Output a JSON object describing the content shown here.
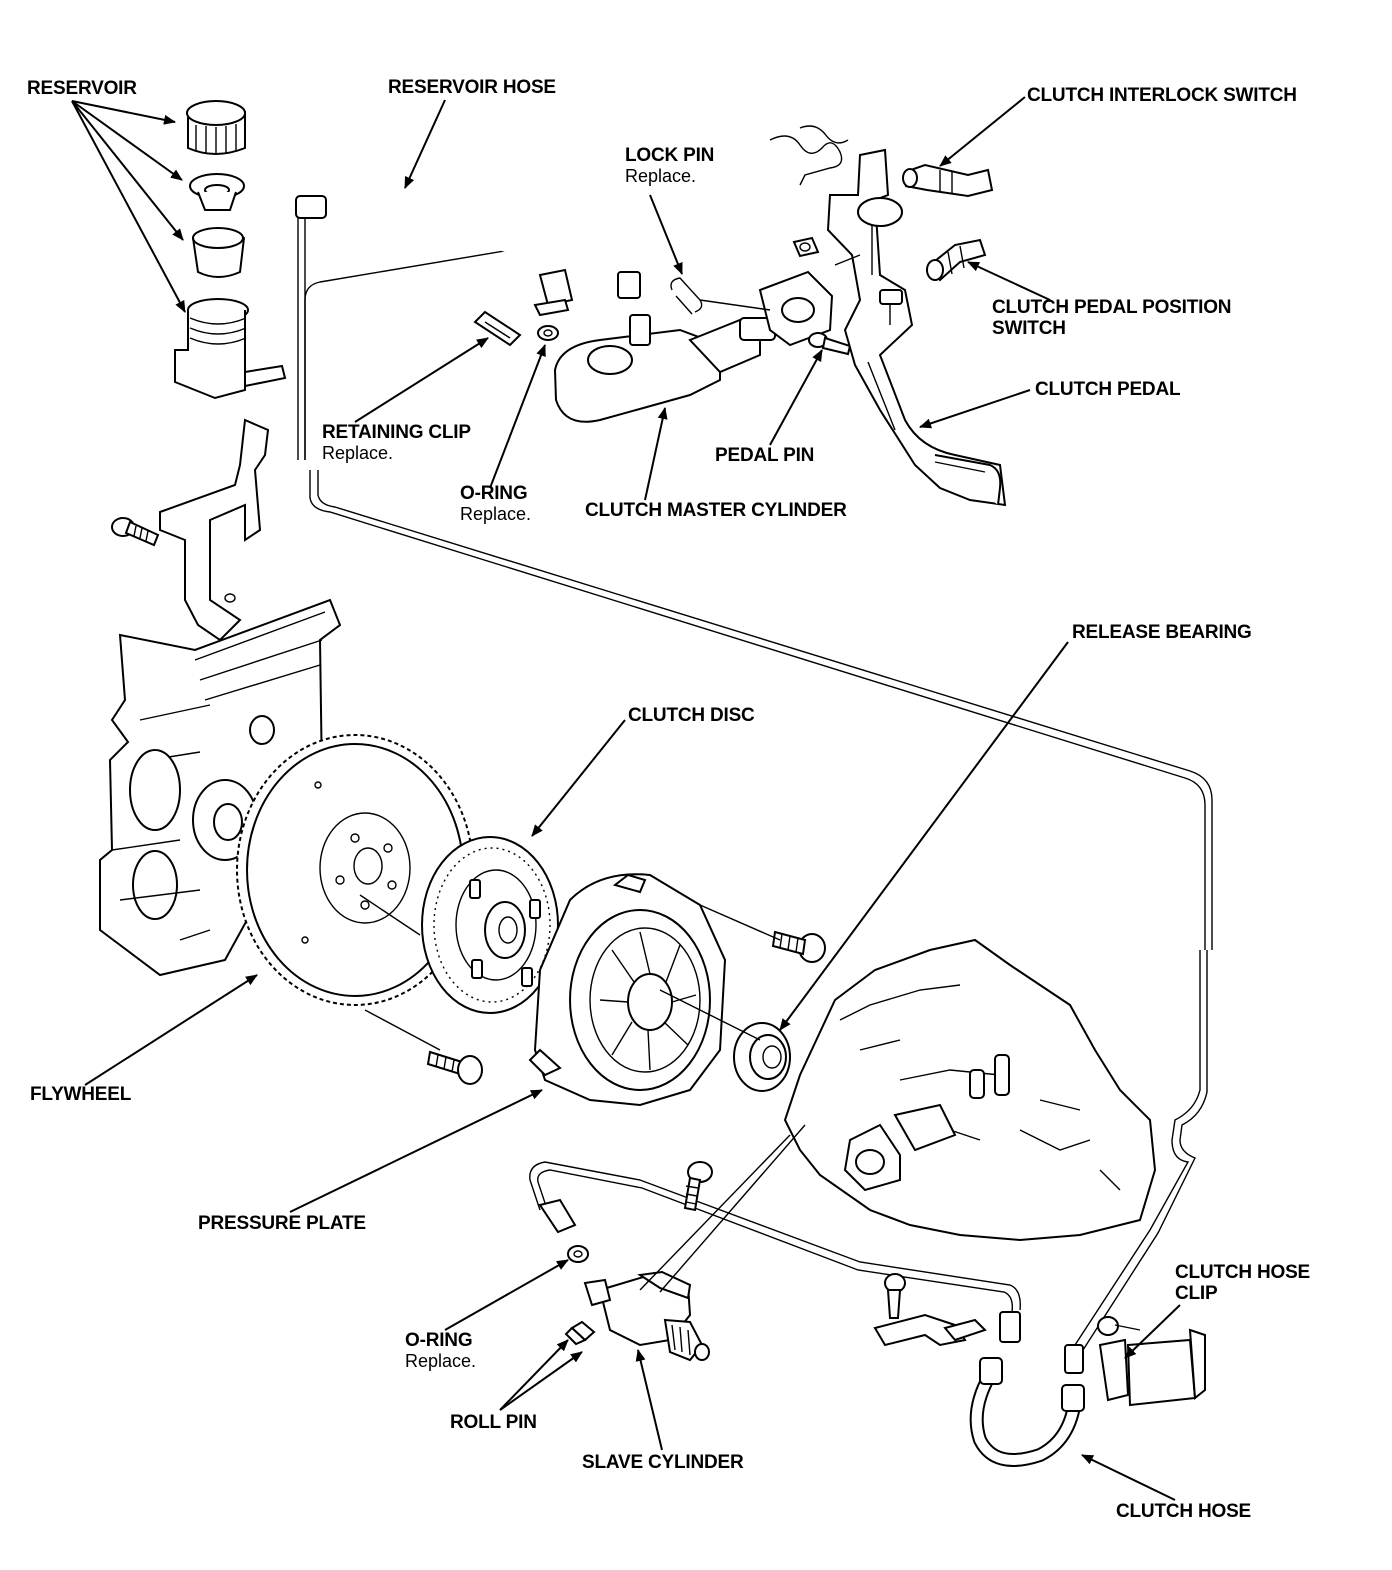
{
  "labels": {
    "reservoir": {
      "name": "RESERVOIR"
    },
    "reservoir_hose": {
      "name": "RESERVOIR HOSE"
    },
    "lock_pin": {
      "name": "LOCK PIN",
      "note": "Replace."
    },
    "clutch_interlock_switch": {
      "name": "CLUTCH INTERLOCK SWITCH"
    },
    "clutch_pedal_position_switch": {
      "name": "CLUTCH PEDAL POSITION",
      "name2": "SWITCH"
    },
    "clutch_pedal": {
      "name": "CLUTCH PEDAL"
    },
    "retaining_clip": {
      "name": "RETAINING CLIP",
      "note": "Replace."
    },
    "o_ring_upper": {
      "name": "O-RING",
      "note": "Replace."
    },
    "clutch_master_cylinder": {
      "name": "CLUTCH MASTER CYLINDER"
    },
    "pedal_pin": {
      "name": "PEDAL PIN"
    },
    "release_bearing": {
      "name": "RELEASE BEARING"
    },
    "clutch_disc": {
      "name": "CLUTCH DISC"
    },
    "flywheel": {
      "name": "FLYWHEEL"
    },
    "pressure_plate": {
      "name": "PRESSURE PLATE"
    },
    "clutch_hose_clip": {
      "name": "CLUTCH HOSE",
      "name2": "CLIP"
    },
    "o_ring_lower": {
      "name": "O-RING",
      "note": "Replace."
    },
    "roll_pin": {
      "name": "ROLL PIN"
    },
    "slave_cylinder": {
      "name": "SLAVE CYLINDER"
    },
    "clutch_hose": {
      "name": "CLUTCH HOSE"
    }
  }
}
